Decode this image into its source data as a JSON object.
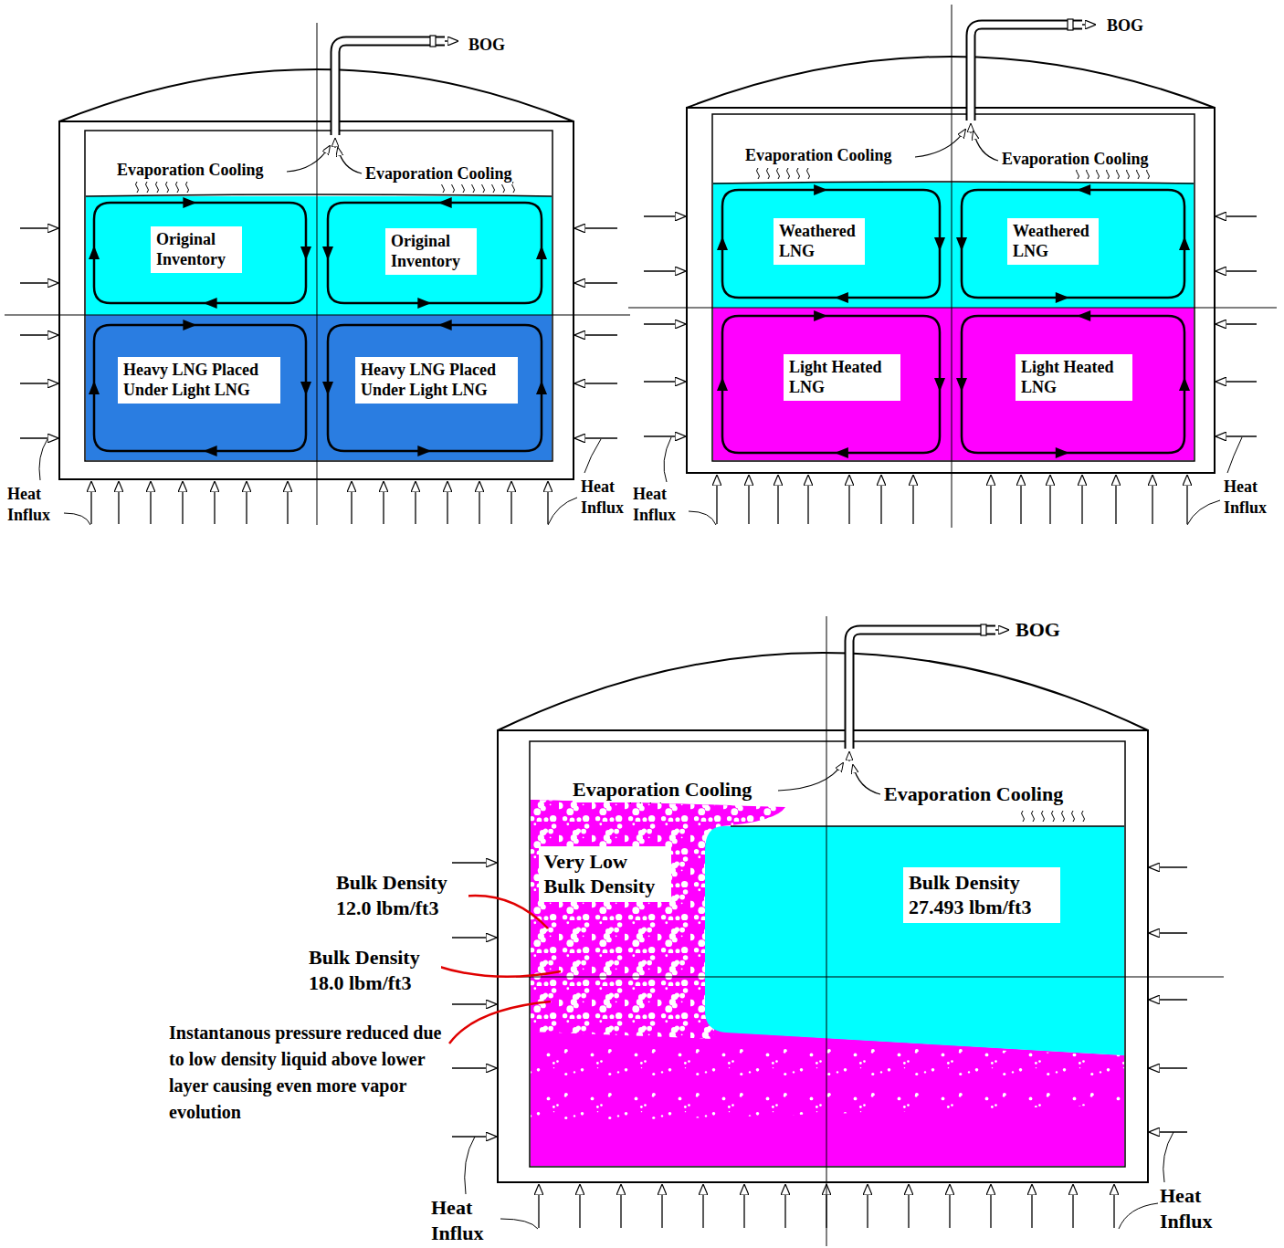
{
  "diagram": {
    "nodes": [
      {
        "text": [
          "Original Inventory"
        ]
      },
      {
        "text": [
          "Original Inventory"
        ]
      },
      {
        "text": [
          "Heavy LNG Placed Under Light LNG"
        ]
      },
      {
        "text": [
          "Heavy LNG Placed Under Light LNG"
        ]
      },
      {
        "text": [
          "Weathered LNG"
        ]
      },
      {
        "text": [
          "Weathered LNG"
        ]
      },
      {
        "text": [
          "Light Heated LNG"
        ]
      },
      {
        "text": [
          "Light Heated LNG"
        ]
      },
      {
        "text": [
          "Very Low Bulk Density"
        ]
      },
      {
        "text": [
          "Bulk Density 27.493 lbm/ft3"
        ]
      }
    ],
    "labels": [
      "BOG",
      "Evaporation Cooling",
      "Evaporation Cooling",
      "Heat Influx",
      "Heat Influx",
      "BOG",
      "Evaporation Cooling",
      "Evaporation Cooling",
      "Heat Influx",
      "Heat Influx",
      "BOG",
      "Evaporation Cooling",
      "Evaporation Cooling",
      "Bulk Density 12.0 lbm/ft3",
      "Bulk Density 18.0 lbm/ft3",
      "Instantanous pressure reduced due to low density liquid above lower layer causing even more vapor evolution",
      "Heat Influx",
      "Heat Influx"
    ]
  }
}
